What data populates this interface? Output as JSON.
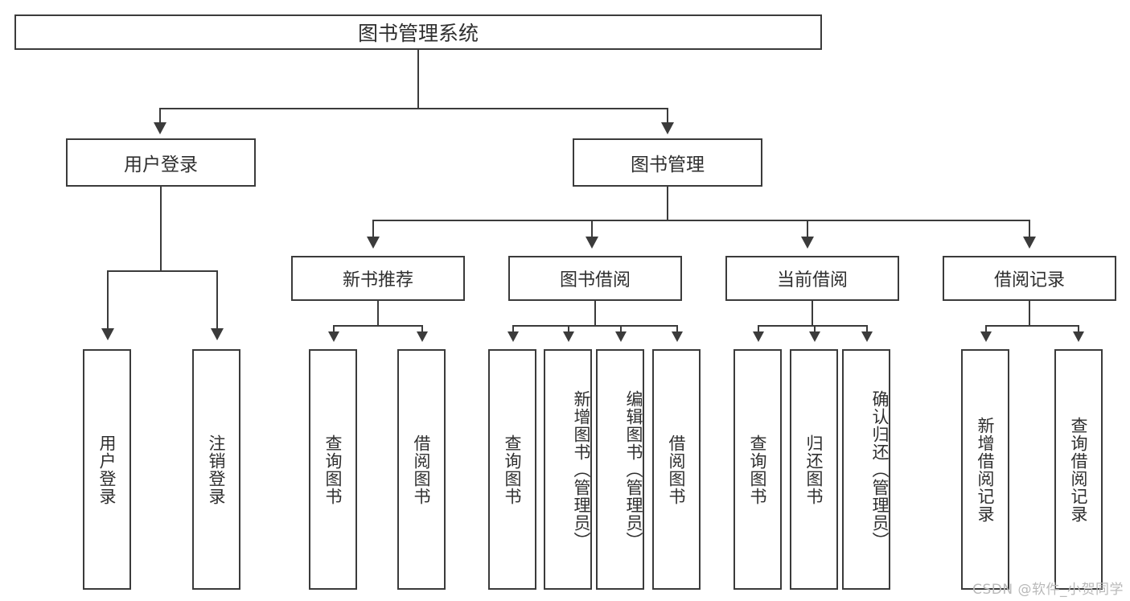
{
  "diagram": {
    "type": "tree-hierarchy",
    "title": "图书管理系统",
    "orientation": "top-down",
    "colors": {
      "stroke": "#3b3b3b",
      "fill": "#ffffff",
      "text": "#2f2f2f",
      "watermark": "#b9b9b9"
    }
  },
  "root": {
    "label": "图书管理系统"
  },
  "level2": [
    {
      "id": "user-login",
      "label": "用户登录"
    },
    {
      "id": "book-management",
      "label": "图书管理"
    }
  ],
  "level3": [
    {
      "id": "new-book-recommend",
      "label": "新书推荐"
    },
    {
      "id": "book-borrow",
      "label": "图书借阅"
    },
    {
      "id": "current-borrow",
      "label": "当前借阅"
    },
    {
      "id": "borrow-record",
      "label": "借阅记录"
    }
  ],
  "leaves": {
    "user_login": [
      {
        "id": "leaf-user-login",
        "label": "用户登录"
      },
      {
        "id": "leaf-logout-login",
        "label": "注销登录"
      }
    ],
    "new_book_recommend": [
      {
        "id": "leaf-query-book-1",
        "label": "查询图书"
      },
      {
        "id": "leaf-borrow-book-1",
        "label": "借阅图书"
      }
    ],
    "book_borrow": [
      {
        "id": "leaf-query-book-2",
        "label": "查询图书"
      },
      {
        "id": "leaf-add-book",
        "label": "新增图书（管理员）"
      },
      {
        "id": "leaf-edit-book",
        "label": "编辑图书（管理员）"
      },
      {
        "id": "leaf-borrow-book-2",
        "label": "借阅图书"
      }
    ],
    "current_borrow": [
      {
        "id": "leaf-query-book-3",
        "label": "查询图书"
      },
      {
        "id": "leaf-return-book",
        "label": "归还图书"
      },
      {
        "id": "leaf-confirm-return",
        "label": "确认归还（管理员）"
      }
    ],
    "borrow_record": [
      {
        "id": "leaf-add-record",
        "label": "新增借阅记录"
      },
      {
        "id": "leaf-query-record",
        "label": "查询借阅记录"
      }
    ]
  },
  "watermark": {
    "text": "CSDN @软件_小贺同学"
  }
}
